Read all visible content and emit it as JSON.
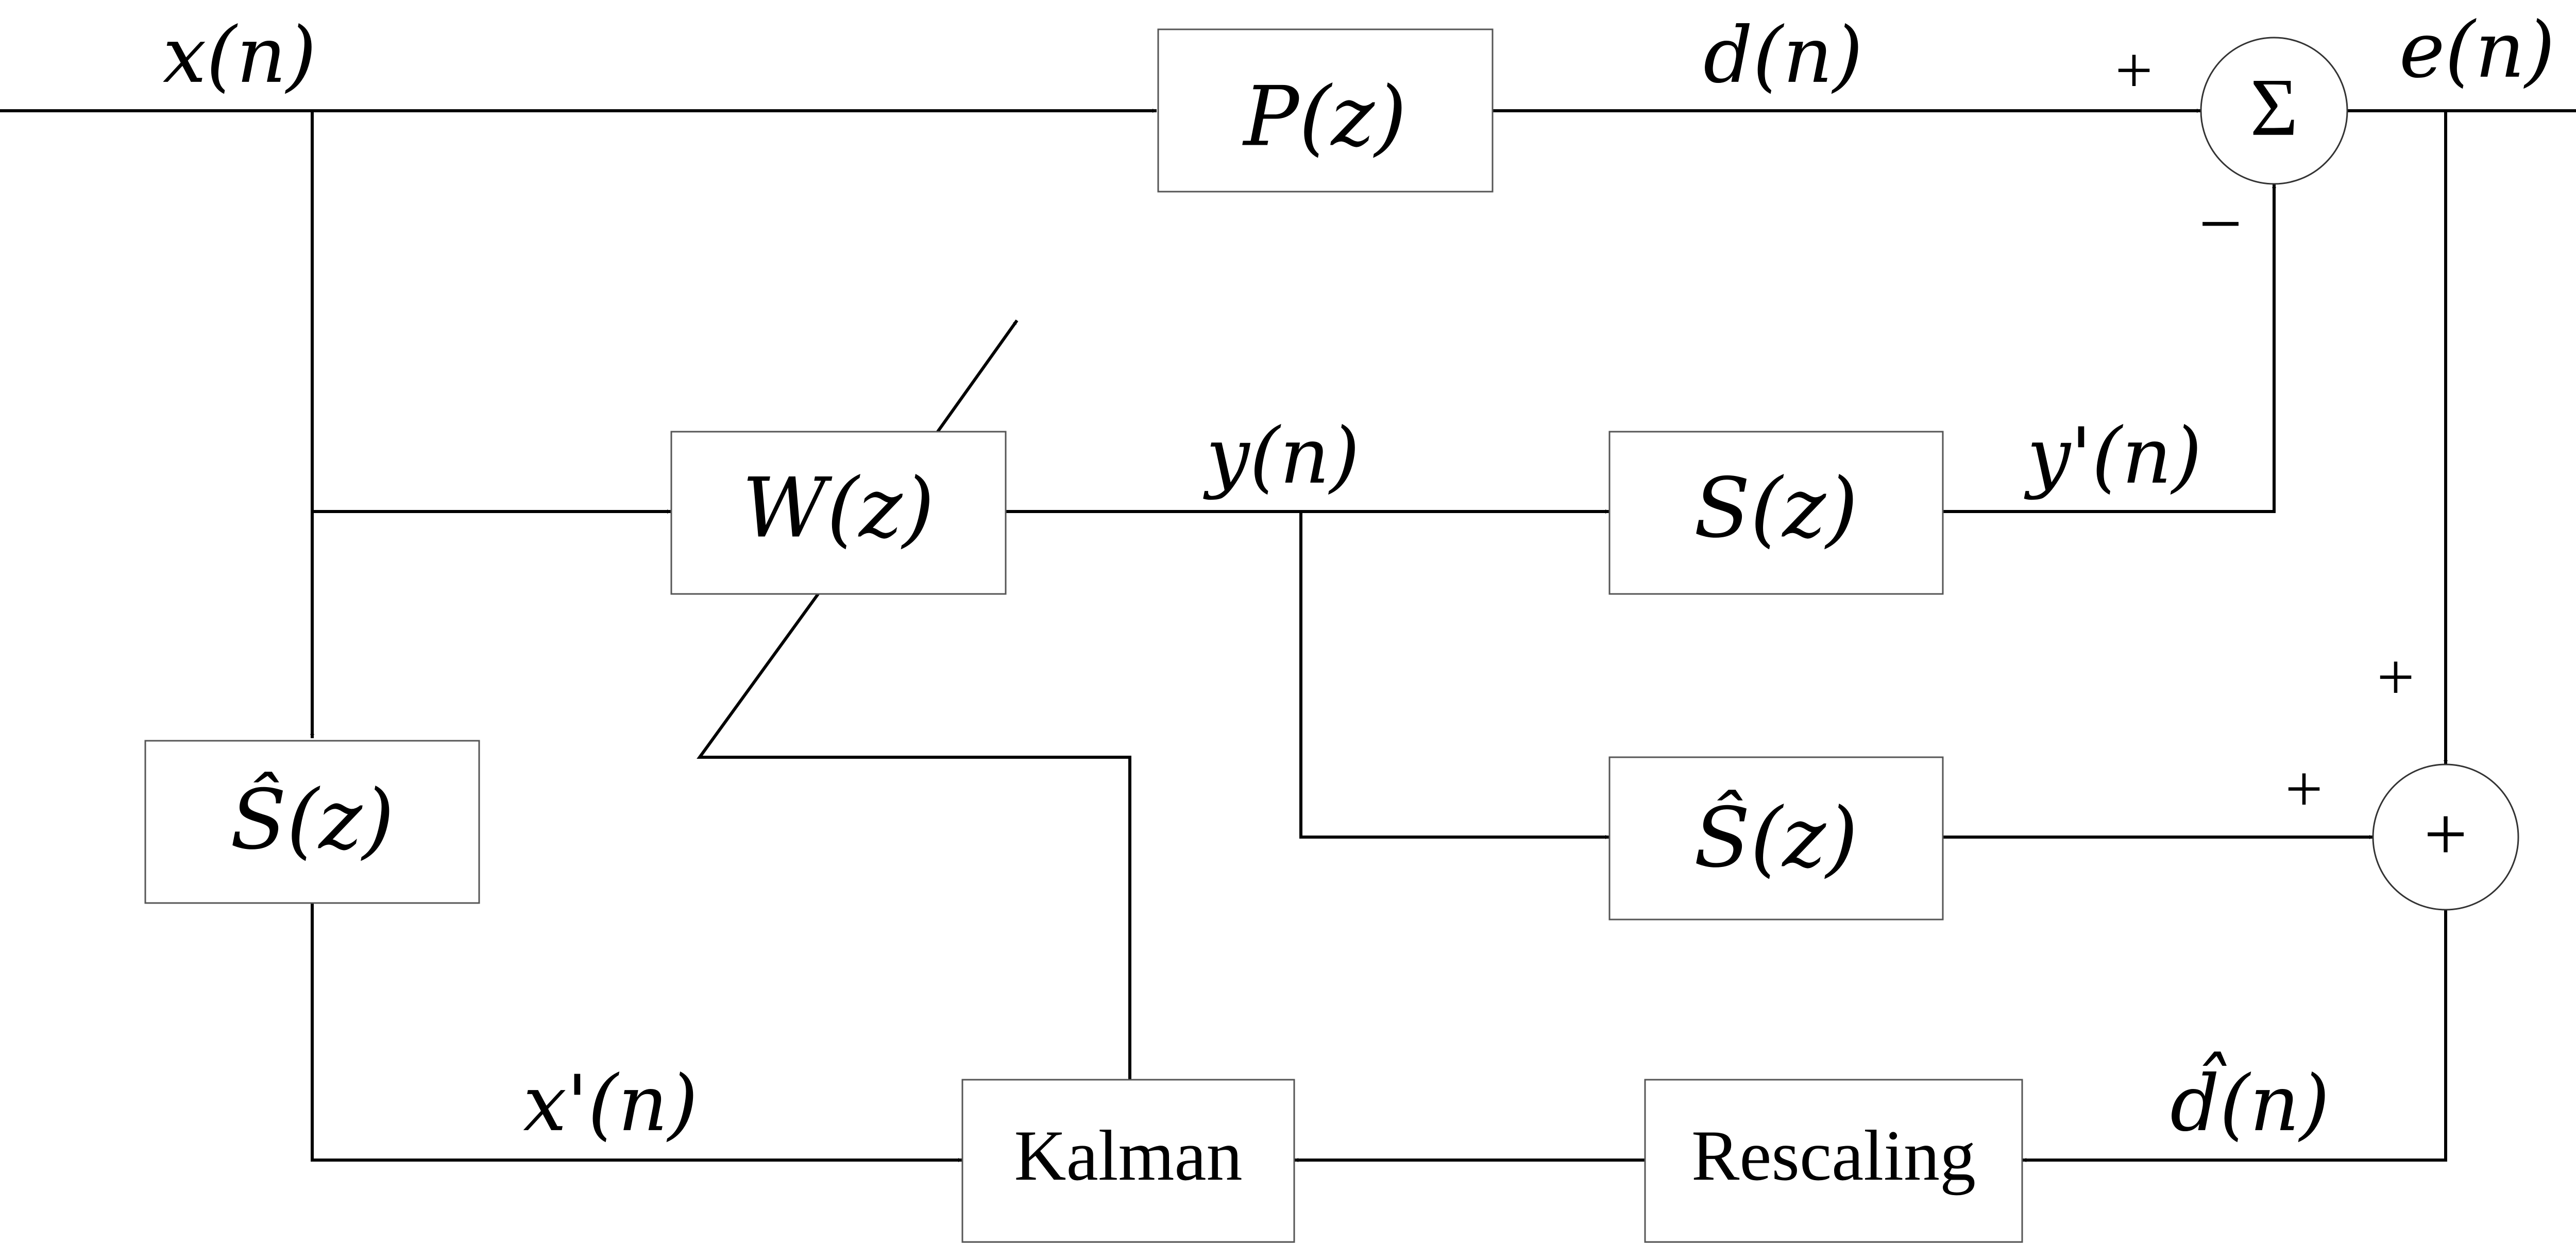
{
  "blocks": {
    "p": "P(z)",
    "w": "W(z)",
    "s": "S(z)",
    "s_hat_mid": "Ŝ(z)",
    "s_hat_left": "Ŝ(z)",
    "kalman": "Kalman",
    "rescaling": "Rescaling"
  },
  "nodes": {
    "sum_symbol": "Σ",
    "add_symbol": "+"
  },
  "signals": {
    "x": "x(n)",
    "d": "d(n)",
    "e": "e(n)",
    "y": "y(n)",
    "y_prime": "y'(n)",
    "x_prime": "x'(n)",
    "d_hat": "d̂(n)"
  },
  "signs": {
    "sum_top": "+",
    "sum_bottom": "−",
    "add_top": "+",
    "add_left": "+"
  }
}
